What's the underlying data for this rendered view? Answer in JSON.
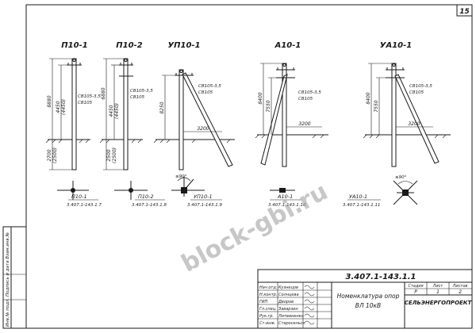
{
  "sheet_number": "15",
  "poles": [
    {
      "title": "П10-1",
      "h_total": "8880",
      "h_mid": "4450",
      "h_mid_paren": "(4450)",
      "h_bottom": "2700",
      "h_bottom_paren": "(2500)",
      "wire1": "СВ105-3,5",
      "wire2": "СВ105",
      "plan_label": "П10-1",
      "plan_code": "3.407.1-143.1.7"
    },
    {
      "title": "П10-2",
      "h_total": "6880",
      "h_mid": "4450",
      "h_mid_paren": "(4450)",
      "h_bottom": "2500",
      "h_bottom_paren": "(2500)",
      "wire1": "СВ105-3,5",
      "wire2": "СВ105",
      "plan_label": "П10-2",
      "plan_code": "3.407.1-143.1.8"
    },
    {
      "title": "УП10-1",
      "h_total": "8250",
      "wire1": "СВ105-3,5",
      "wire2": "СВ105",
      "span": "3200",
      "plan_label": "УП10-1",
      "plan_code": "3.407.1-143.1.9",
      "angle": "≤90°"
    },
    {
      "title": "А10-1",
      "h_total": "8400",
      "h_mid": "7550",
      "wire1": "СВ105-3,5",
      "wire2": "СВ105",
      "span": "3200",
      "plan_label": "А10-1",
      "plan_code": "3.407.1-143.1.10"
    },
    {
      "title": "УА10-1",
      "h_total": "8400",
      "h_mid": "7550",
      "wire1": "СВ105-3,5",
      "wire2": "СВ105",
      "span": "3200",
      "plan_label": "УА10-1",
      "plan_code": "3.407.1-143.1.11",
      "angle": "≤90°"
    }
  ],
  "watermark": "block-gbi.ru",
  "title_block": {
    "doc_code": "3.407.1-143.1.1",
    "description_1": "Номенклатура опор",
    "description_2": "ВЛ 10кВ",
    "col_stage": "Стадия",
    "col_sheet": "Лист",
    "col_sheets": "Листов",
    "stage": "Р",
    "sheet": "1",
    "sheets": "2",
    "company": "СЕЛЬЭНЕРГОПРОЕКТ",
    "roles": [
      "Нач.отд.",
      "Н.контр.",
      "ГИП",
      "Гл.спец.",
      "Рук.гр.",
      "Ст.инж."
    ],
    "names": [
      "Кузнецов",
      "Солнцева",
      "Дворов",
      "Заварзин",
      "Литвиненко",
      "Старосельск."
    ]
  },
  "side_stamp": "Инв.№ подл.  Подпись и дата  Взам.инв.№"
}
